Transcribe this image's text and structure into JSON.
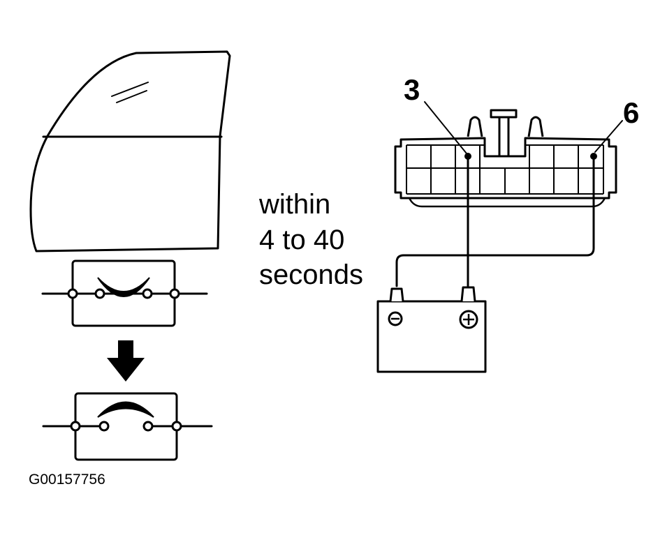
{
  "timing": {
    "line1": "within",
    "line2": "4 to 40",
    "line3": "seconds"
  },
  "connector": {
    "pin_left": "3",
    "pin_right": "6"
  },
  "battery": {
    "negative_symbol": "⊖",
    "positive_symbol": "⊕"
  },
  "figure_id": "G00157756"
}
